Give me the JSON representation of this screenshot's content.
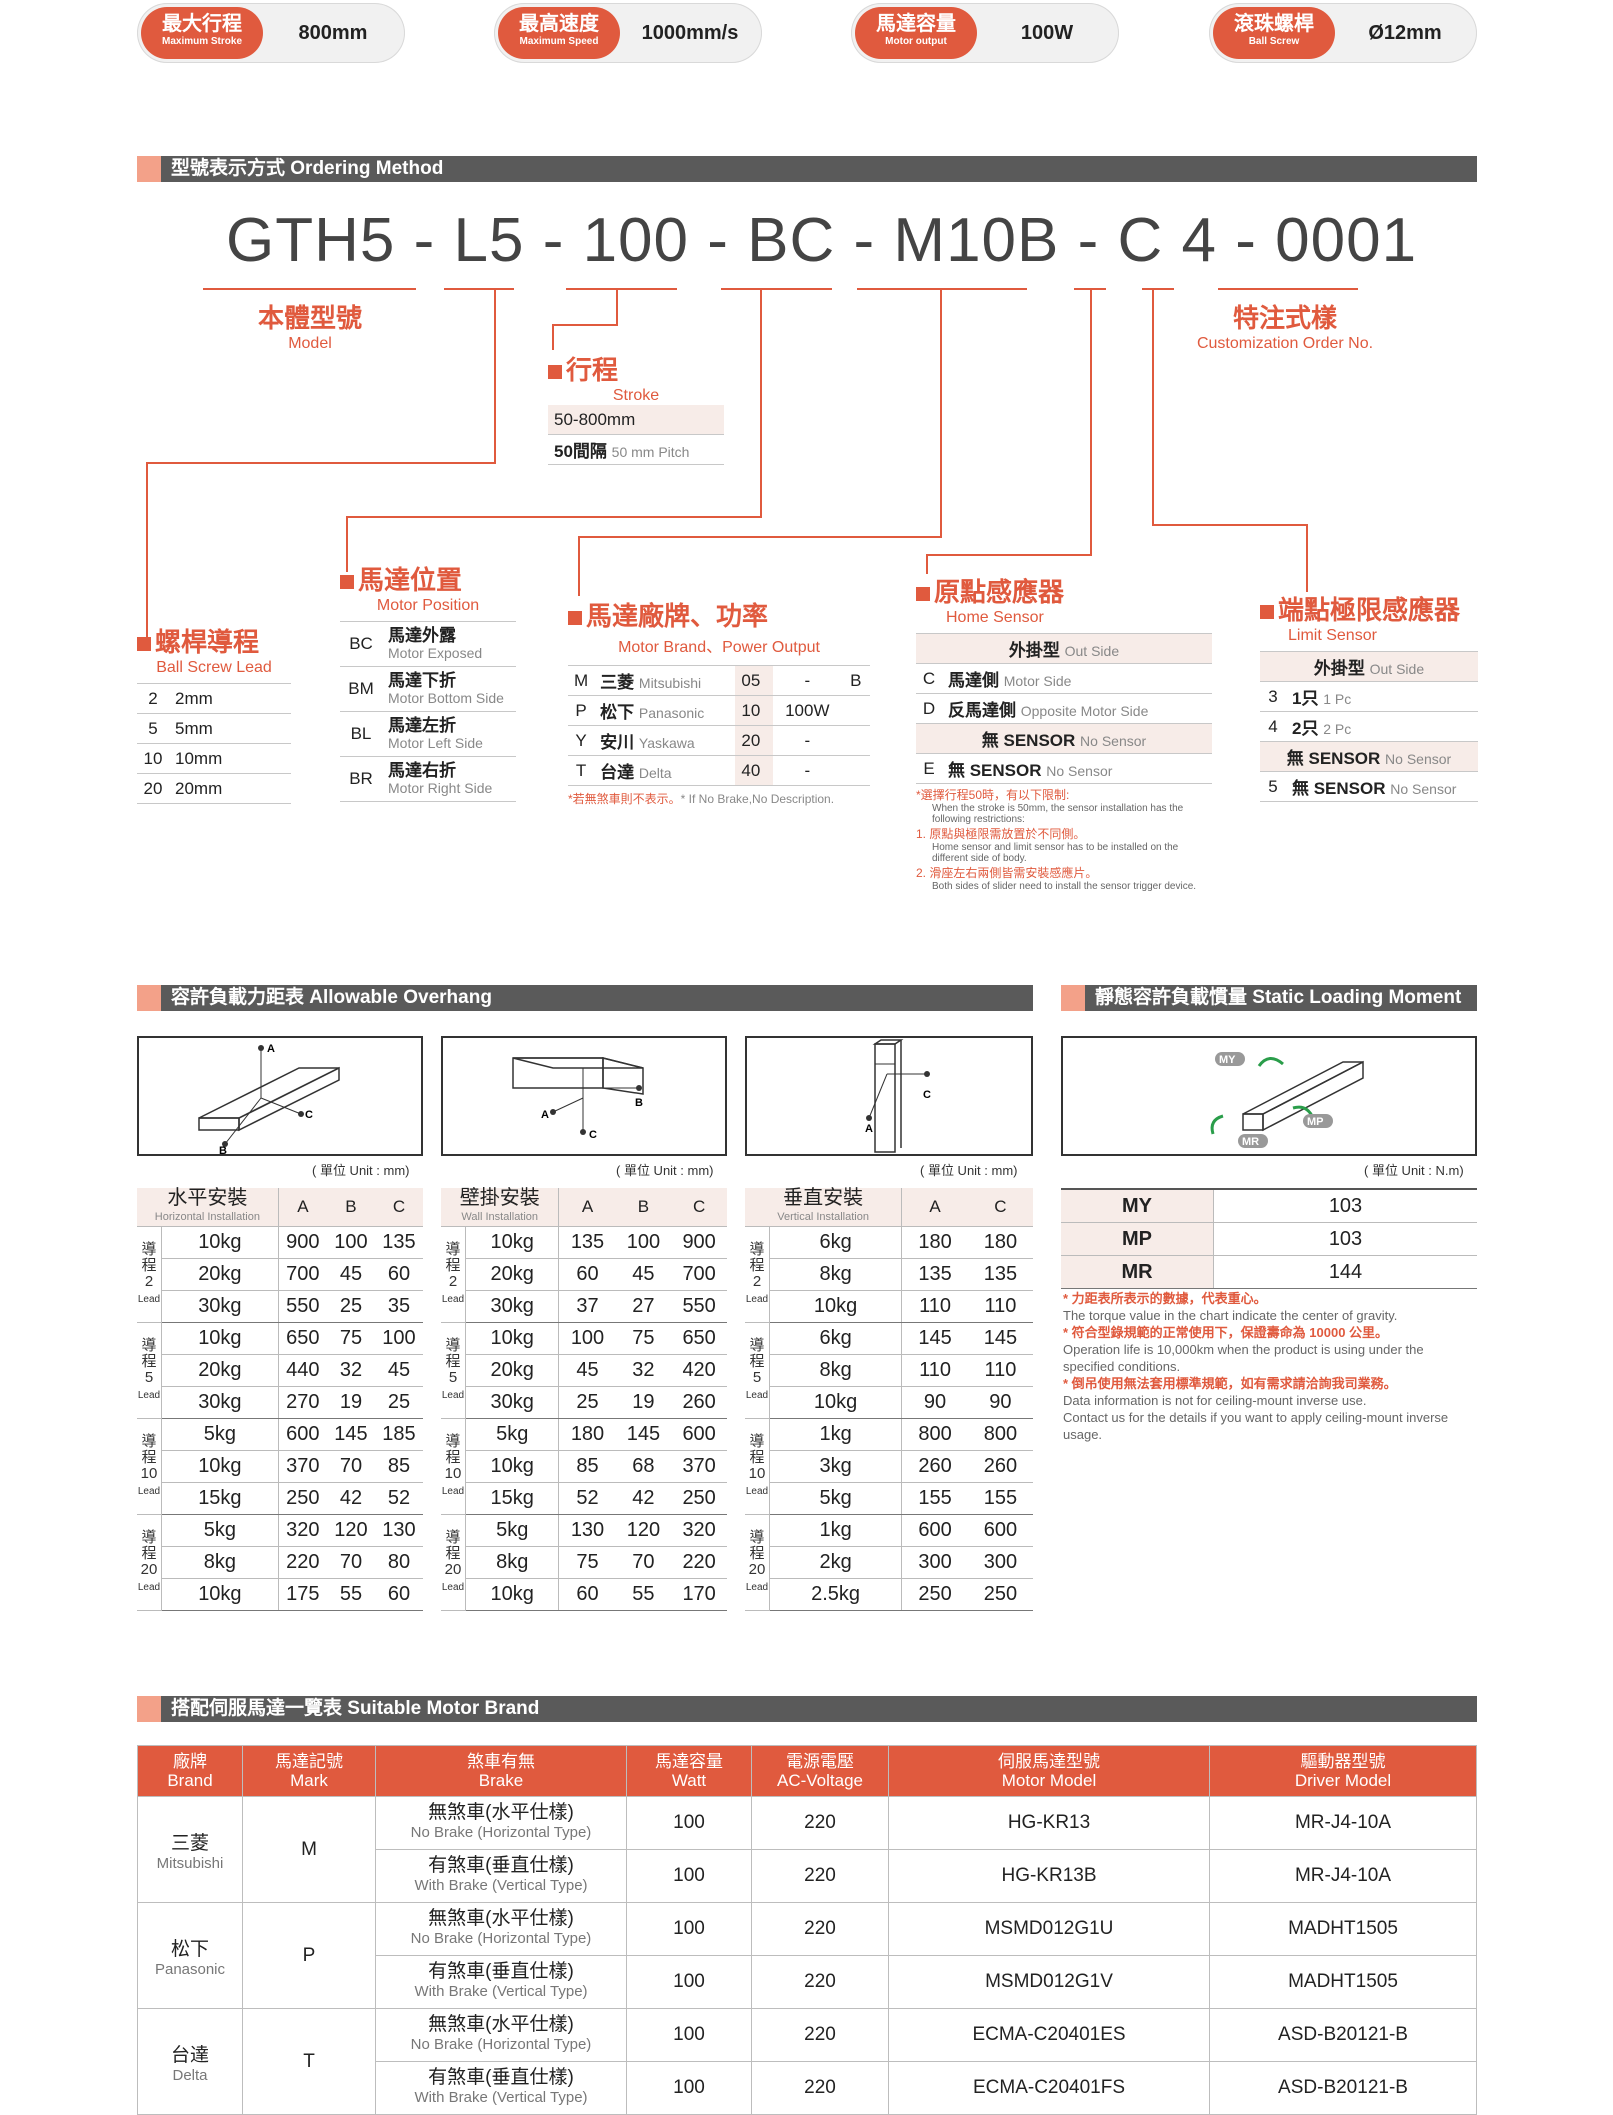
{
  "specs": [
    {
      "zh": "最大行程",
      "en": "Maximum Stroke",
      "val": "800mm"
    },
    {
      "zh": "最高速度",
      "en": "Maximum Speed",
      "val": "1000mm/s"
    },
    {
      "zh": "馬達容量",
      "en": "Motor output",
      "val": "100W"
    },
    {
      "zh": "滾珠螺桿",
      "en": "Ball Screw",
      "val": "Ø12mm"
    }
  ],
  "ordering": {
    "title": "型號表示方式 Ordering Method",
    "code": {
      "p1": "GTH5",
      "p2": "L5",
      "p3": "100",
      "p4": "BC",
      "p5": "M10B",
      "p6": "C",
      "p7": "4",
      "p8": "0001",
      "dash": "-"
    },
    "model": {
      "zh": "本體型號",
      "en": "Model"
    },
    "custom": {
      "zh": "特注式樣",
      "en": "Customization Order No."
    },
    "stroke": {
      "zh": "行程",
      "en": "Stroke",
      "range": "50-800mm",
      "pitch_zh": "50間隔",
      "pitch_en": "50 mm Pitch"
    },
    "lead": {
      "zh": "螺桿導程",
      "en": "Ball Screw Lead",
      "rows": [
        [
          "2",
          "2mm"
        ],
        [
          "5",
          "5mm"
        ],
        [
          "10",
          "10mm"
        ],
        [
          "20",
          "20mm"
        ]
      ]
    },
    "position": {
      "zh": "馬達位置",
      "en": "Motor Position",
      "rows": [
        {
          "c": "BC",
          "zh": "馬達外露",
          "en": "Motor Exposed"
        },
        {
          "c": "BM",
          "zh": "馬達下折",
          "en": "Motor Bottom Side"
        },
        {
          "c": "BL",
          "zh": "馬達左折",
          "en": "Motor Left Side"
        },
        {
          "c": "BR",
          "zh": "馬達右折",
          "en": "Motor Right Side"
        }
      ]
    },
    "brand": {
      "zh": "馬達廠牌、功率",
      "en": "Motor Brand、Power Output",
      "rows": [
        {
          "c": "M",
          "zh": "三菱",
          "en": "Mitsubishi",
          "p": "05",
          "w": "-",
          "b": "B"
        },
        {
          "c": "P",
          "zh": "松下",
          "en": "Panasonic",
          "p": "10",
          "w": "100W",
          "b": ""
        },
        {
          "c": "Y",
          "zh": "安川",
          "en": "Yaskawa",
          "p": "20",
          "w": "-",
          "b": ""
        },
        {
          "c": "T",
          "zh": "台達",
          "en": "Delta",
          "p": "40",
          "w": "-",
          "b": ""
        }
      ],
      "note_zh": "*若無煞車則不表示。",
      "note_en": "* If No Brake,No Description."
    },
    "home": {
      "zh": "原點感應器",
      "en": "Home Sensor",
      "ext_zh": "外掛型",
      "ext_en": "Out Side",
      "rows": [
        {
          "c": "C",
          "zh": "馬達側",
          "en": "Motor Side"
        },
        {
          "c": "D",
          "zh": "反馬達側",
          "en": "Opposite Motor Side"
        }
      ],
      "none_zh": "無 SENSOR",
      "none_en": "No Sensor",
      "e_c": "E",
      "n1": "*選擇行程50時，有以下限制:",
      "n1e": "When the stroke is 50mm, the sensor installation has the following restrictions:",
      "n2": "1. 原點與極限需放置於不同側。",
      "n2e": "Home sensor and limit sensor has to be installed on the different side of body.",
      "n3": "2. 滑座左右兩側皆需安裝感應片。",
      "n3e": "Both sides of slider need to install the sensor trigger device."
    },
    "limit": {
      "zh": "端點極限感應器",
      "en": "Limit Sensor",
      "ext_zh": "外掛型",
      "ext_en": "Out Side",
      "rows": [
        {
          "c": "3",
          "zh": "1只",
          "en": "1 Pc"
        },
        {
          "c": "4",
          "zh": "2只",
          "en": "2 Pc"
        }
      ],
      "none_zh": "無 SENSOR",
      "none_en": "No Sensor",
      "five": "5"
    }
  },
  "overhang": {
    "title": "容許負載力距表 Allowable Overhang",
    "unit": "( 單位 Unit : mm)",
    "tables": [
      {
        "zh": "水平安裝",
        "en": "Horizontal Installation",
        "groups": [
          {
            "lead": "2",
            "rows": [
              [
                "10kg",
                "900",
                "100",
                "135"
              ],
              [
                "20kg",
                "700",
                "45",
                "60"
              ],
              [
                "30kg",
                "550",
                "25",
                "35"
              ]
            ]
          },
          {
            "lead": "5",
            "rows": [
              [
                "10kg",
                "650",
                "75",
                "100"
              ],
              [
                "20kg",
                "440",
                "32",
                "45"
              ],
              [
                "30kg",
                "270",
                "19",
                "25"
              ]
            ]
          },
          {
            "lead": "10",
            "rows": [
              [
                "5kg",
                "600",
                "145",
                "185"
              ],
              [
                "10kg",
                "370",
                "70",
                "85"
              ],
              [
                "15kg",
                "250",
                "42",
                "52"
              ]
            ]
          },
          {
            "lead": "20",
            "rows": [
              [
                "5kg",
                "320",
                "120",
                "130"
              ],
              [
                "8kg",
                "220",
                "70",
                "80"
              ],
              [
                "10kg",
                "175",
                "55",
                "60"
              ]
            ]
          }
        ]
      },
      {
        "zh": "壁掛安裝",
        "en": "Wall Installation",
        "groups": [
          {
            "lead": "2",
            "rows": [
              [
                "10kg",
                "135",
                "100",
                "900"
              ],
              [
                "20kg",
                "60",
                "45",
                "700"
              ],
              [
                "30kg",
                "37",
                "27",
                "550"
              ]
            ]
          },
          {
            "lead": "5",
            "rows": [
              [
                "10kg",
                "100",
                "75",
                "650"
              ],
              [
                "20kg",
                "45",
                "32",
                "420"
              ],
              [
                "30kg",
                "25",
                "19",
                "260"
              ]
            ]
          },
          {
            "lead": "10",
            "rows": [
              [
                "5kg",
                "180",
                "145",
                "600"
              ],
              [
                "10kg",
                "85",
                "68",
                "370"
              ],
              [
                "15kg",
                "52",
                "42",
                "250"
              ]
            ]
          },
          {
            "lead": "20",
            "rows": [
              [
                "5kg",
                "130",
                "120",
                "320"
              ],
              [
                "8kg",
                "75",
                "70",
                "220"
              ],
              [
                "10kg",
                "60",
                "55",
                "170"
              ]
            ]
          }
        ]
      },
      {
        "zh": "垂直安裝",
        "en": "Vertical Installation",
        "groups": [
          {
            "lead": "2",
            "rows": [
              [
                "6kg",
                "180",
                "180"
              ],
              [
                "8kg",
                "135",
                "135"
              ],
              [
                "10kg",
                "110",
                "110"
              ]
            ]
          },
          {
            "lead": "5",
            "rows": [
              [
                "6kg",
                "145",
                "145"
              ],
              [
                "8kg",
                "110",
                "110"
              ],
              [
                "10kg",
                "90",
                "90"
              ]
            ]
          },
          {
            "lead": "10",
            "rows": [
              [
                "1kg",
                "800",
                "800"
              ],
              [
                "3kg",
                "260",
                "260"
              ],
              [
                "5kg",
                "155",
                "155"
              ]
            ]
          },
          {
            "lead": "20",
            "rows": [
              [
                "1kg",
                "600",
                "600"
              ],
              [
                "2kg",
                "300",
                "300"
              ],
              [
                "2.5kg",
                "250",
                "250"
              ]
            ]
          }
        ]
      }
    ],
    "lead_zh": "導程",
    "lead_en": "Lead"
  },
  "moment": {
    "title": "靜態容許負載慣量 Static Loading Moment",
    "unit": "( 單位 Unit : N.m)",
    "rows": [
      [
        "MY",
        "103"
      ],
      [
        "MP",
        "103"
      ],
      [
        "MR",
        "144"
      ]
    ],
    "n1": "* 力距表所表示的數據，代表重心。",
    "n1e": "The torque value in the chart indicate the center of gravity.",
    "n2": "* 符合型錄規範的正常使用下，保證壽命為 10000 公里。",
    "n2e": "Operation life is 10,000km when the product is using under the specified conditions.",
    "n3": "* 倒吊使用無法套用標準規範，如有需求請洽詢我司業務。",
    "n3e": "Data information is not for ceiling-mount inverse use.",
    "n3f": "Contact us for the details if you want to apply ceiling-mount inverse usage."
  },
  "motors": {
    "title": "搭配伺服馬達一覽表 Suitable Motor Brand",
    "headers": [
      [
        "廠牌",
        "Brand"
      ],
      [
        "馬達記號",
        "Mark"
      ],
      [
        "煞車有無",
        "Brake"
      ],
      [
        "馬達容量",
        "Watt"
      ],
      [
        "電源電壓",
        "AC-Voltage"
      ],
      [
        "伺服馬達型號",
        "Motor Model"
      ],
      [
        "驅動器型號",
        "Driver Model"
      ]
    ],
    "brands": [
      {
        "zh": "三菱",
        "en": "Mitsubishi",
        "mark": "M",
        "rows": [
          {
            "bz": "無煞車(水平仕樣)",
            "be": "No Brake (Horizontal Type)",
            "w": "100",
            "v": "220",
            "m": "HG-KR13",
            "d": "MR-J4-10A"
          },
          {
            "bz": "有煞車(垂直仕樣)",
            "be": "With Brake (Vertical Type)",
            "w": "100",
            "v": "220",
            "m": "HG-KR13B",
            "d": "MR-J4-10A"
          }
        ]
      },
      {
        "zh": "松下",
        "en": "Panasonic",
        "mark": "P",
        "rows": [
          {
            "bz": "無煞車(水平仕樣)",
            "be": "No Brake (Horizontal Type)",
            "w": "100",
            "v": "220",
            "m": "MSMD012G1U",
            "d": "MADHT1505"
          },
          {
            "bz": "有煞車(垂直仕樣)",
            "be": "With Brake (Vertical Type)",
            "w": "100",
            "v": "220",
            "m": "MSMD012G1V",
            "d": "MADHT1505"
          }
        ]
      },
      {
        "zh": "台達",
        "en": "Delta",
        "mark": "T",
        "rows": [
          {
            "bz": "無煞車(水平仕樣)",
            "be": "No Brake (Horizontal Type)",
            "w": "100",
            "v": "220",
            "m": "ECMA-C20401ES",
            "d": "ASD-B20121-B"
          },
          {
            "bz": "有煞車(垂直仕樣)",
            "be": "With Brake (Vertical Type)",
            "w": "100",
            "v": "220",
            "m": "ECMA-C20401FS",
            "d": "ASD-B20121-B"
          }
        ]
      }
    ]
  }
}
